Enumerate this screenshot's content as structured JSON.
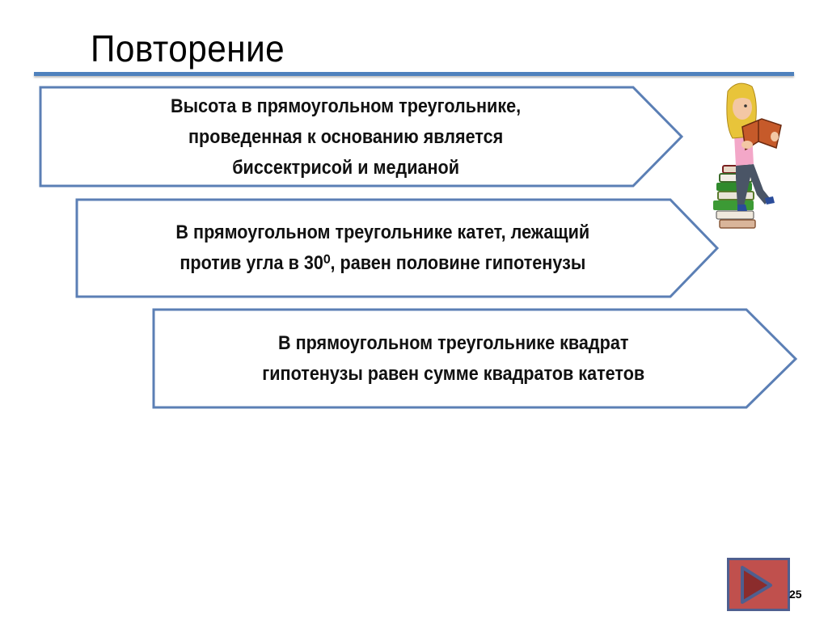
{
  "slide": {
    "title": "Повторение",
    "page_number": "25",
    "colors": {
      "accent": "#4F81BD",
      "shape_border": "#5B7FB5",
      "nav_button_fill": "#C0504D",
      "nav_button_border": "#4F5F8F",
      "nav_triangle_fill": "#8B2C2C"
    }
  },
  "statements": [
    {
      "lines": [
        "Высота в прямоугольном треугольнике,",
        "проведенная к основанию является",
        "биссектрисой и медианой"
      ]
    },
    {
      "lines": [
        "В прямоугольном треугольнике катет, лежащий",
        "против угла в 30⁰, равен половине гипотенузы"
      ]
    },
    {
      "lines": [
        "В прямоугольном треугольнике квадрат",
        "гипотенузы равен сумме квадратов катетов"
      ]
    }
  ],
  "illustration": {
    "icon": "girl-reading-on-books-icon"
  },
  "navigation": {
    "next_icon": "play-next-icon"
  }
}
